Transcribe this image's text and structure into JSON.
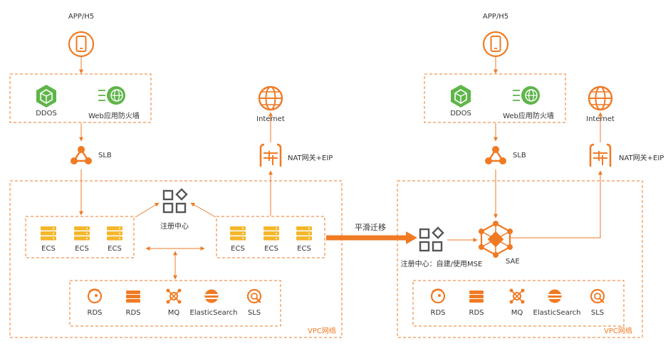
{
  "left": {
    "client_label": "APP/H5",
    "security": {
      "ddos_label": "DDOS",
      "waf_label": "Web应用防火墙"
    },
    "internet_label": "Internet",
    "nat_label": "NAT网关+EIP",
    "slb_label": "SLB",
    "registry_label": "注册中心",
    "ecs_group_1": [
      "ECS",
      "ECS",
      "ECS"
    ],
    "ecs_group_2": [
      "ECS",
      "ECS",
      "ECS"
    ],
    "services": [
      "RDS",
      "RDS",
      "MQ",
      "ElasticSearch",
      "SLS"
    ],
    "vpc_label": "VPC网络"
  },
  "migration_label": "平滑迁移",
  "right": {
    "client_label": "APP/H5",
    "security": {
      "ddos_label": "DDOS",
      "waf_label": "Web应用防火墙"
    },
    "internet_label": "Internet",
    "nat_label": "NAT网关+EIP",
    "slb_label": "SLB",
    "registry_label": "注册中心：自建/使用MSE",
    "sae_label": "SAE",
    "services": [
      "RDS",
      "RDS",
      "MQ",
      "ElasticSearch",
      "SLS"
    ],
    "vpc_label": "VPC网络"
  },
  "colors": {
    "accent": "#f07a24",
    "green": "#5fb54a",
    "server": "#f5b62a",
    "text": "#333333",
    "gray": "#666666"
  }
}
